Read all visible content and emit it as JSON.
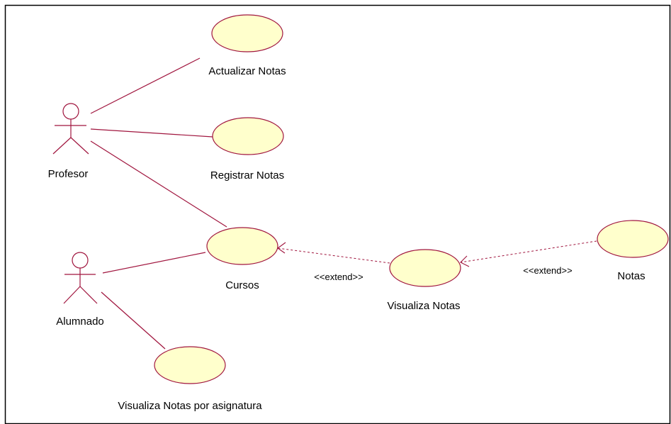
{
  "colors": {
    "line": "#a0153e",
    "usecase_fill": "#ffffcc",
    "usecase_stroke": "#a0153e",
    "frame": "#000000",
    "text": "#000000"
  },
  "actors": {
    "profesor": "Profesor",
    "alumnado": "Alumnado"
  },
  "usecases": {
    "actualizar_notas": "Actualizar Notas",
    "registrar_notas": "Registrar Notas",
    "cursos": "Cursos",
    "visualiza_notas": "Visualiza Notas",
    "notas": "Notas",
    "visualiza_notas_asignatura": "Visualiza Notas por asignatura"
  },
  "relations": {
    "extend_1": "<<extend>>",
    "extend_2": "<<extend>>"
  }
}
